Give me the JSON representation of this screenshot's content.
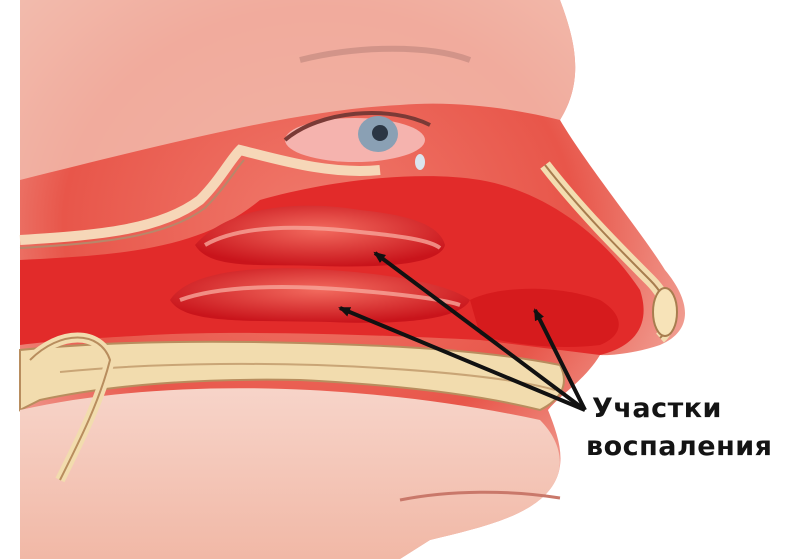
{
  "annotation": {
    "line1": "Участки",
    "line2": "воспаления"
  },
  "colors": {
    "tissue": "#e3302f",
    "inflamed": "#d81f1f",
    "highlight": "#f28a80",
    "bone": "#efd9a8",
    "skin": "#f2c1b0",
    "arrow": "#111111"
  },
  "icons": [
    "nasal-cavity-illustration",
    "arrow"
  ]
}
